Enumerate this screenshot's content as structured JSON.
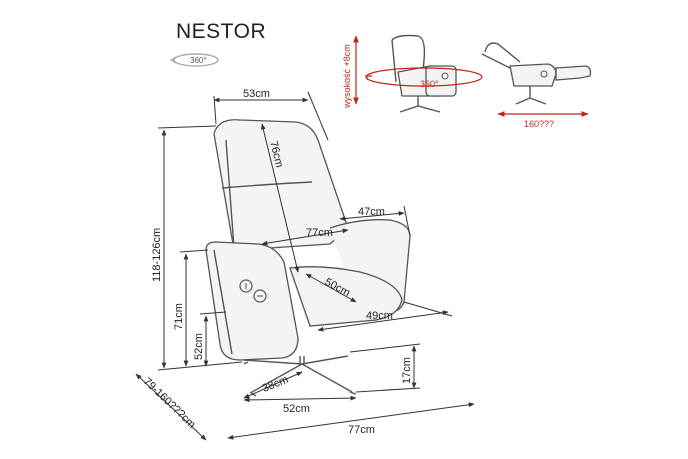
{
  "product": {
    "name": "NESTOR",
    "rotation_label": "360°"
  },
  "top_views": {
    "height_label": "wysokość +8cm",
    "swivel_label": "360°",
    "recline_label": "160???"
  },
  "dimensions": {
    "top_width": "53cm",
    "backrest_height": "76cm",
    "armrest_width": "47cm",
    "seat_depth_diag": "77cm",
    "seat_depth": "50cm",
    "seat_length": "49cm",
    "total_height": "118-126cm",
    "arm_height": "71cm",
    "seat_height": "52cm",
    "base_height": "17cm",
    "base_radius": "38cm",
    "base_width": "52cm",
    "recline_depth": "79-160???cm",
    "total_width": "77cm"
  },
  "colors": {
    "line": "#333333",
    "accent": "#c0261c"
  }
}
